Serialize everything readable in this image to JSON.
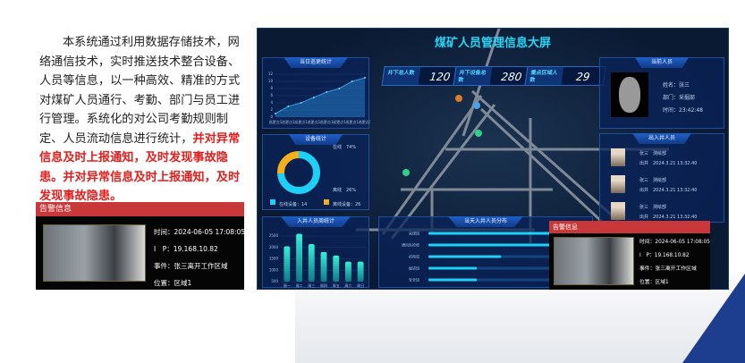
{
  "intro": {
    "normal": "本系统通过利用数据存储技术，网络通信技术，实时推送技术整合设备、人员等信息，以一种高效、精准的方式对煤矿人员通行、考勤、部门与员工进行管理。系统化的对公司考勤规则制定、人员流动信息进行统计，",
    "highlight": "并对异常信息及时上报通知，及时发现事故隐患。并对异常信息及时上报通知，及时发现事故隐患。"
  },
  "alarm": {
    "title": "告警信息",
    "time": "时间：2024-06-05 17:08:05",
    "ip": "I　P：19.168.10.82",
    "event": "事件：张三离开工作区域",
    "location": "位置：区域1"
  },
  "dashboard": {
    "title": "煤矿人员管理信息大屏",
    "kpis": [
      {
        "label": "井下总人数",
        "value": "120"
      },
      {
        "label": "井下设备总数",
        "value": "280"
      },
      {
        "label": "重点区域人数",
        "value": "29"
      }
    ],
    "current_person": {
      "title": "当前人员",
      "name": "姓名：张三",
      "dept": "部门：采掘部",
      "time": "时间：23:42:48"
    },
    "shaft_people": {
      "title": "出入井人员",
      "items": [
        {
          "name": "张三　测绘部",
          "record": "出井　2024.3.21 13:32:40"
        },
        {
          "name": "张三　测绘部",
          "record": "出井　2024.3.21 13:32:40"
        },
        {
          "name": "张三　测绘部",
          "record": "出井　2024.3.21 13:32:40"
        }
      ]
    },
    "colors": {
      "accent": "#27d6f7",
      "online": "#1ed0f5",
      "offline": "#f2b01e",
      "alarm": "#c8383b"
    }
  },
  "chart_data": [
    {
      "type": "area",
      "title": "当日巡更统计",
      "x": [
        "巡更点1",
        "巡更点1",
        "巡更点1",
        "巡更点1",
        "巡更点1",
        "巡更点1",
        "巡更点1",
        "巡更点1"
      ],
      "values": [
        1,
        3,
        4,
        5.5,
        7,
        8,
        10,
        11
      ],
      "ylim": [
        0,
        12
      ],
      "yticks": [
        0,
        2,
        4,
        6,
        8,
        10,
        12
      ]
    },
    {
      "type": "pie",
      "title": "设备统计",
      "labels": [
        "在线",
        "离线"
      ],
      "values": [
        74,
        26
      ],
      "legend": [
        "在线设备：14",
        "离线设备：26"
      ],
      "slice_labels": [
        "在线　74%",
        "离线　26%"
      ]
    },
    {
      "type": "bar",
      "title": "入井人员周统计",
      "categories": [
        "周一",
        "周二",
        "周三",
        "周四",
        "周五",
        "周六",
        "周日"
      ],
      "values": [
        2050,
        2600,
        2150,
        1800,
        1650,
        1380,
        1380
      ],
      "yticks": [
        500,
        1000,
        1500,
        2000,
        2500
      ],
      "ylim": [
        500,
        2700
      ]
    },
    {
      "type": "bar",
      "title": "当天入井人员分布",
      "categories": [
        "采煤班",
        "通风队检修",
        "机电班",
        "掘进班",
        "安全班"
      ],
      "values": [
        100,
        90,
        45,
        30,
        30
      ],
      "orientation": "horizontal"
    }
  ]
}
